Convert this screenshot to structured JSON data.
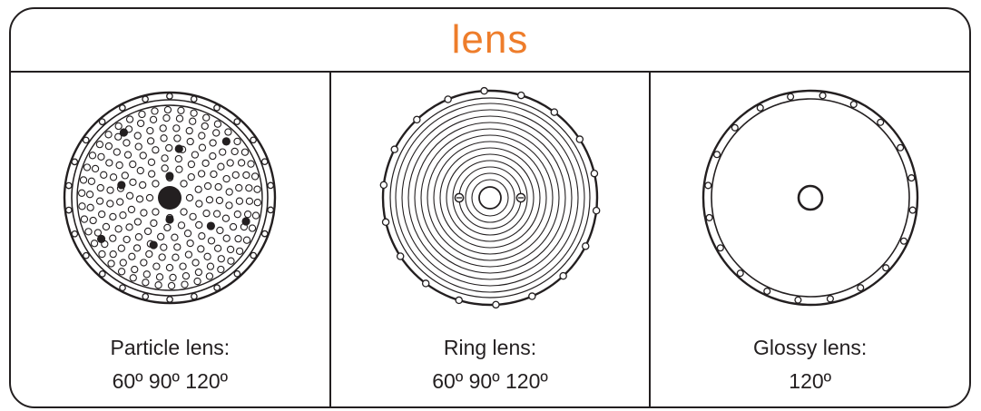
{
  "header": {
    "title": "lens"
  },
  "lenses": [
    {
      "id": "particle",
      "name": "Particle lens:",
      "angles": "60º 90º 120º",
      "icon": "particle-lens-icon"
    },
    {
      "id": "ring",
      "name": "Ring lens:",
      "angles": "60º 90º 120º",
      "icon": "ring-lens-icon"
    },
    {
      "id": "glossy",
      "name": "Glossy lens:",
      "angles": "120º",
      "icon": "glossy-lens-icon"
    }
  ],
  "colors": {
    "title": "#ee7d2b",
    "stroke": "#231f20"
  }
}
